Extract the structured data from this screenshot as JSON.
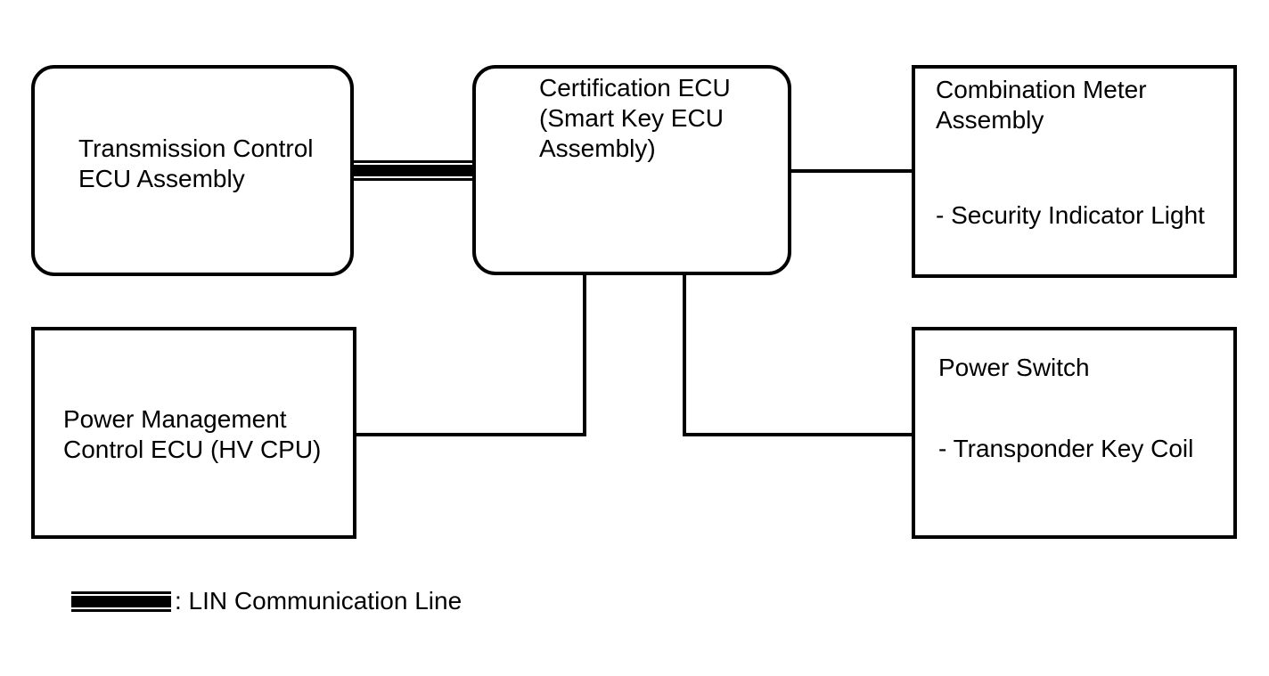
{
  "diagram": {
    "boxes": {
      "transmission": {
        "text": "Transmission Control\nECU Assembly"
      },
      "certification": {
        "text": "Certification ECU\n(Smart Key ECU\nAssembly)"
      },
      "combination_meter": {
        "title": "Combination Meter\nAssembly",
        "item": "- Security Indicator Light"
      },
      "power_management": {
        "text": "Power Management\nControl ECU (HV CPU)"
      },
      "power_switch": {
        "title": "Power Switch",
        "item": "- Transponder Key Coil"
      }
    },
    "legend": {
      "label": ": LIN Communication Line"
    },
    "colors": {
      "line": "#000000",
      "background": "#ffffff"
    }
  }
}
